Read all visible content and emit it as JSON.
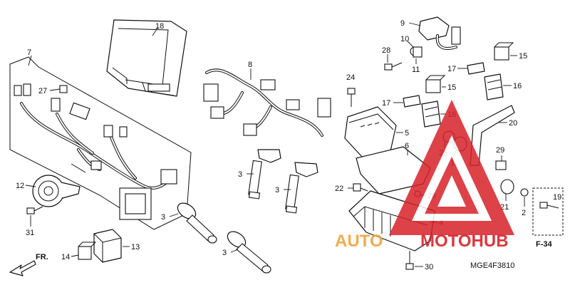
{
  "callouts": {
    "c18": "18",
    "c7": "7",
    "c27": "27",
    "c8": "8",
    "c9": "9",
    "c10": "10",
    "c28": "28",
    "c11": "11",
    "c15a": "15",
    "c17a": "17",
    "c16a": "16",
    "c24": "24",
    "c17b": "17",
    "c15b": "15",
    "c16b": "16",
    "c20": "20",
    "c5": "5",
    "c6": "6",
    "c25": "25",
    "c1": "1",
    "c29": "29",
    "c3a": "3",
    "c3b": "3",
    "c3c": "3",
    "c3d": "3",
    "c12": "12",
    "c31": "31",
    "c22": "22",
    "c26": "26",
    "c21": "21",
    "c2": "2",
    "c4": "4",
    "c13": "13",
    "c14": "14",
    "c19": "19",
    "c30": "30"
  },
  "ref_code": "F-34",
  "front_marker": "FR.",
  "diagram_code": "MGE4F3810",
  "watermark": {
    "text": "AUTOMOTOHUB",
    "text_left": "AUTO",
    "text_right": "MOTOHUB",
    "color": "#d8222a",
    "accent": "#f2a33a"
  }
}
